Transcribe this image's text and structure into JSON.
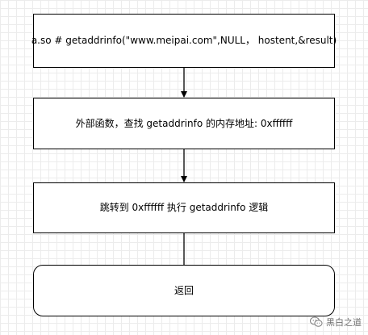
{
  "flowchart": {
    "steps": [
      {
        "text": "a.so # getaddrinfo(\"www.meipai.com\",NULL， hostent,&result)"
      },
      {
        "text": "外部函数，查找 getaddrinfo 的内存地址: 0xffffff"
      },
      {
        "text": "跳转到 0xffffff 执行 getaddrinfo 逻辑"
      },
      {
        "text": "返回"
      }
    ],
    "watermark": {
      "text": "黑白之道",
      "icon": "wechat-icon"
    }
  }
}
